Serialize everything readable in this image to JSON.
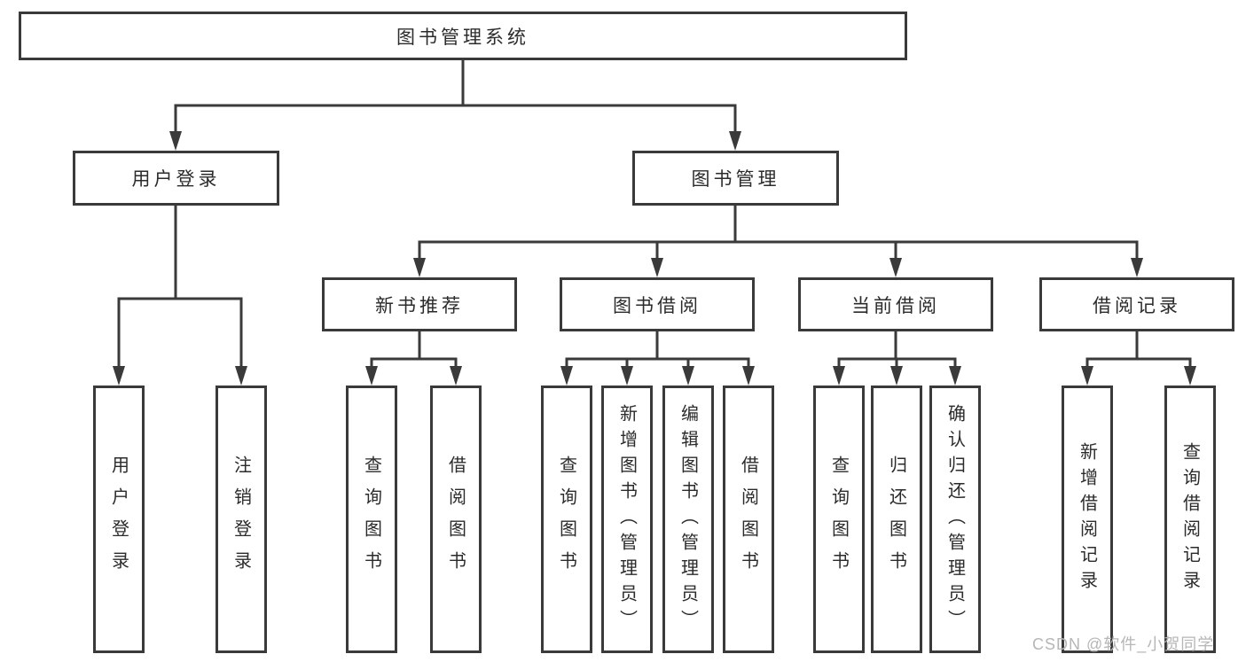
{
  "tree": {
    "label": "图书管理系统",
    "children": [
      {
        "label": "用户登录",
        "children": [
          {
            "label": "用户登录"
          },
          {
            "label": "注销登录"
          }
        ]
      },
      {
        "label": "图书管理",
        "children": [
          {
            "label": "新书推荐",
            "children": [
              {
                "label": "查询图书"
              },
              {
                "label": "借阅图书"
              }
            ]
          },
          {
            "label": "图书借阅",
            "children": [
              {
                "label": "查询图书"
              },
              {
                "label": "新增图书（管理员）"
              },
              {
                "label": "编辑图书（管理员）"
              },
              {
                "label": "借阅图书"
              }
            ]
          },
          {
            "label": "当前借阅",
            "children": [
              {
                "label": "查询图书"
              },
              {
                "label": "归还图书"
              },
              {
                "label": "确认归还（管理员）"
              }
            ]
          },
          {
            "label": "借阅记录",
            "children": [
              {
                "label": "新增借阅记录"
              },
              {
                "label": "查询借阅记录"
              }
            ]
          }
        ]
      }
    ]
  },
  "watermark": {
    "text": "CSDN @软件_小贺同学"
  },
  "colors": {
    "line": "#3a3a3a",
    "text": "#2b2b2b",
    "watermark": "#b6b6b6",
    "background": "#ffffff"
  }
}
